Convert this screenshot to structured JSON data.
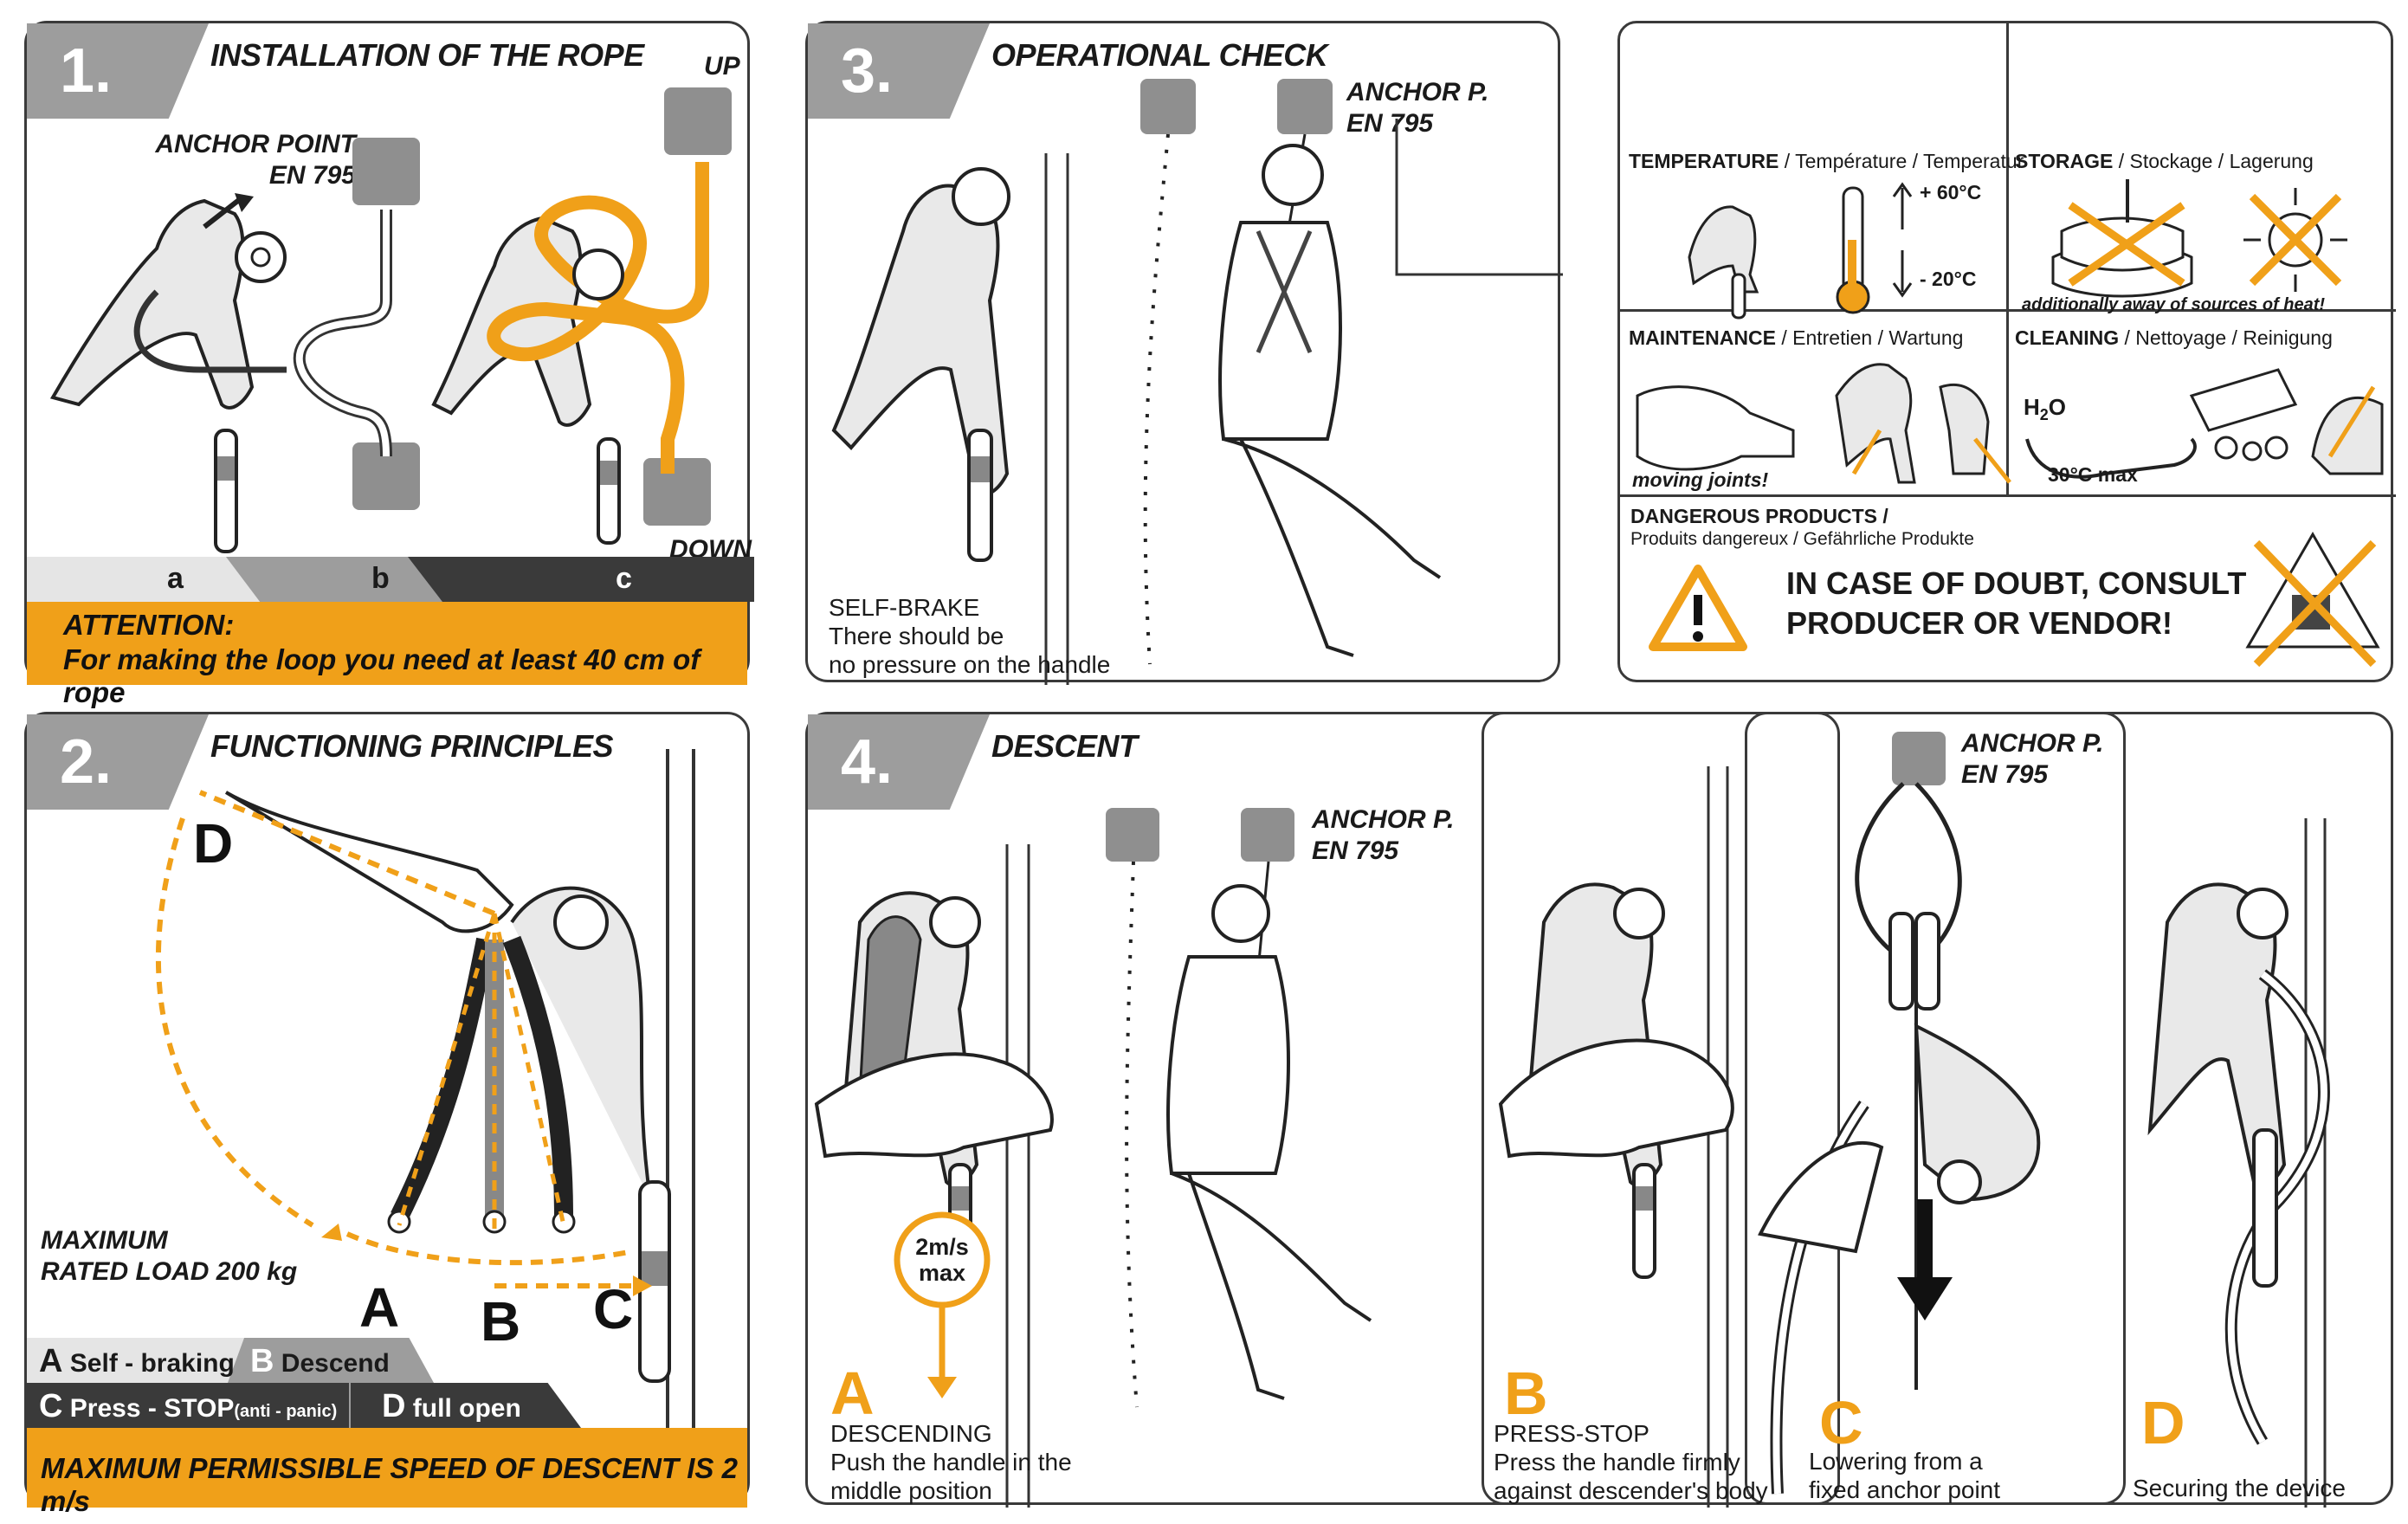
{
  "colors": {
    "accent": "#f0a019",
    "tab_gray": "#9d9d9d",
    "dark": "#3a3a3a"
  },
  "panel1": {
    "number": "1.",
    "title": "INSTALLATION OF THE ROPE",
    "anchor_label_1": "ANCHOR POINT",
    "anchor_label_2": "EN 795",
    "up": "UP",
    "down": "DOWN",
    "steps": [
      "a",
      "b",
      "c"
    ],
    "attention_1": "ATTENTION:",
    "attention_2": "For making the loop you need at least 40 cm of rope",
    "icons": [
      "anchor-icon",
      "hand-icon"
    ]
  },
  "panel2": {
    "number": "2.",
    "title": "FUNCTIONING PRINCIPLES",
    "pos_a": "A",
    "pos_b": "B",
    "pos_c": "C",
    "pos_d": "D",
    "max_load_1": "MAXIMUM",
    "max_load_2": "RATED LOAD 200 kg",
    "legend_a_letter": "A",
    "legend_a": "Self - braking",
    "legend_b_letter": "B",
    "legend_b": "Descend",
    "legend_c_letter": "C",
    "legend_c": "Press - STOP",
    "legend_c_sub": "(anti - panic)",
    "legend_d_letter": "D",
    "legend_d": "full open",
    "bottom": "MAXIMUM PERMISSIBLE SPEED OF DESCENT IS 2 m/s"
  },
  "panel3": {
    "number": "3.",
    "title": "OPERATIONAL CHECK",
    "anchor_1": "ANCHOR P.",
    "anchor_2": "EN 795",
    "selfbrake_title": "SELF-BRAKE",
    "selfbrake_1": "There should be",
    "selfbrake_2": "no pressure on the handle"
  },
  "panel4": {
    "number": "4.",
    "title": "DESCENT",
    "anchor_1": "ANCHOR P.",
    "anchor_2": "EN 795",
    "speed_1": "2m/s",
    "speed_2": "max",
    "a_letter": "A",
    "a_title": "DESCENDING",
    "a_1": "Push the handle in the",
    "a_2": "middle position",
    "b_letter": "B",
    "b_title": "PRESS-STOP",
    "b_1": "Press the handle firmly",
    "b_2": "against descender's body",
    "c_letter": "C",
    "c_anchor_1": "ANCHOR P.",
    "c_anchor_2": "EN 795",
    "c_1": "Lowering from a",
    "c_2": "fixed anchor point",
    "d_letter": "D",
    "d_1": "Securing the device"
  },
  "info": {
    "temp_title": "TEMPERATURE",
    "temp_rest": " / Température / Temperatur",
    "temp_hi": "+ 60°C",
    "temp_lo": "- 20°C",
    "storage_title": "STORAGE",
    "storage_rest": " / Stockage / Lagerung",
    "storage_note": "additionally away of sources of heat!",
    "maint_title": "MAINTENANCE",
    "maint_rest": " / Entretien / Wartung",
    "maint_note": "moving joints!",
    "clean_title": "CLEANING",
    "clean_rest": " / Nettoyage / Reinigung",
    "clean_h2o": "H",
    "clean_h2o_sub": "2",
    "clean_h2o_o": "O",
    "clean_temp": "30°C max",
    "danger_title": "DANGEROUS PRODUCTS /",
    "danger_sub": "Produits dangereux / Gefährliche Produkte",
    "consult_1": "IN CASE OF DOUBT, CONSULT",
    "consult_2": "PRODUCER OR VENDOR!"
  }
}
